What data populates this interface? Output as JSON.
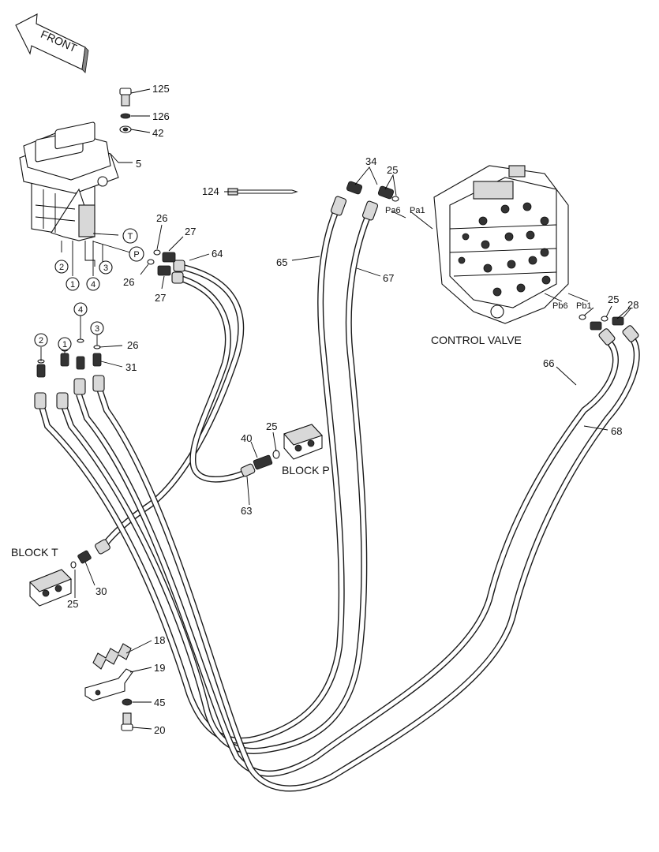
{
  "front_label": "FRONT",
  "labels": {
    "l125": "125",
    "l126": "126",
    "l42": "42",
    "l5": "5",
    "l124": "124",
    "l26a": "26",
    "l27a": "27",
    "l64": "64",
    "l26b": "26",
    "l27b": "27",
    "l34": "34",
    "l25a": "25",
    "pa6": "Pa6",
    "pa1": "Pa1",
    "l65": "65",
    "l67": "67",
    "pb6": "Pb6",
    "pb1": "Pb1",
    "l25b": "25",
    "l28": "28",
    "control_valve": "CONTROL VALVE",
    "l66": "66",
    "l68": "68",
    "l26c": "26",
    "l31": "31",
    "l40": "40",
    "l25c": "25",
    "block_p": "BLOCK P",
    "l63": "63",
    "block_t": "BLOCK T",
    "l30": "30",
    "l25d": "25",
    "l18": "18",
    "l19": "19",
    "l45": "45",
    "l20": "20"
  },
  "circled": {
    "t": "T",
    "p": "P",
    "c2a": "2",
    "c1a": "1",
    "c4a": "4",
    "c3a": "3",
    "c2b": "2",
    "c1b": "1",
    "c4b": "4",
    "c3b": "3"
  }
}
